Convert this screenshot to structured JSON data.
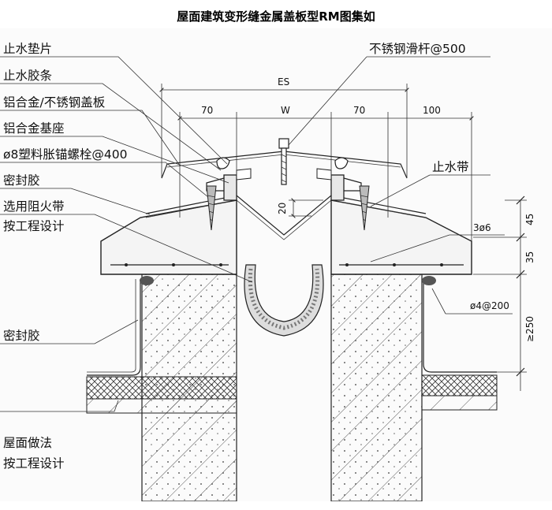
{
  "title": "屋面建筑变形缝金属盖板型RM图集如",
  "labels": {
    "water_stop_pad": "止水垫片",
    "water_stop_strip": "止水胶条",
    "cover_plate": "铝合金/不锈钢盖板",
    "alu_base": "铝合金基座",
    "anchor_bolt": "ø8塑料胀锚螺栓@400",
    "sealant_top": "密封胶",
    "fire_band_1": "选用阻火带",
    "fire_band_2": "按工程设计",
    "sealant_bottom": "密封胶",
    "roof_1": "屋面做法",
    "roof_2": "按工程设计",
    "slide_rod": "不锈钢滑杆@500",
    "water_band": "止水带",
    "rebar_top": "3ø6",
    "rebar_stirrup": "ø4@200"
  },
  "dimensions": {
    "es": "ES",
    "w": "W",
    "left_70": "70",
    "right_70": "70",
    "d100": "100",
    "d20": "20",
    "d45": "45",
    "d35": "35",
    "d250": "≥250"
  }
}
